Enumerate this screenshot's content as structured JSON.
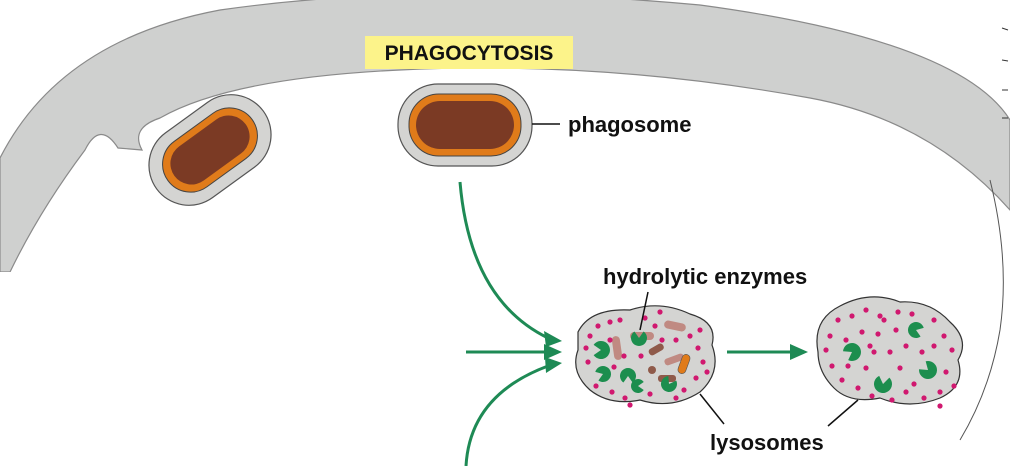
{
  "title": "PHAGOCYTOSIS",
  "labels": {
    "phagosome": "phagosome",
    "hydrolytic_enzymes": "hydrolytic enzymes",
    "lysosomes": "lysosomes"
  },
  "colors": {
    "title_highlight": "#fcf38a",
    "membrane": "#cfd0cf",
    "membrane_edge": "#8a8a8a",
    "bacterium_body": "#7b3a24",
    "bacterium_coat": "#e07b1a",
    "vesicle_fill": "#d4d4d2",
    "arrow": "#1e8a55",
    "enzyme": "#1c8e4e",
    "enzyme_dot": "#d0186f",
    "debris_brown": "#8f5a4a",
    "debris_tan": "#c08a82"
  },
  "icons": {
    "enzyme": "pacman-enzyme-icon",
    "enzyme_dot": "magenta-dot"
  }
}
